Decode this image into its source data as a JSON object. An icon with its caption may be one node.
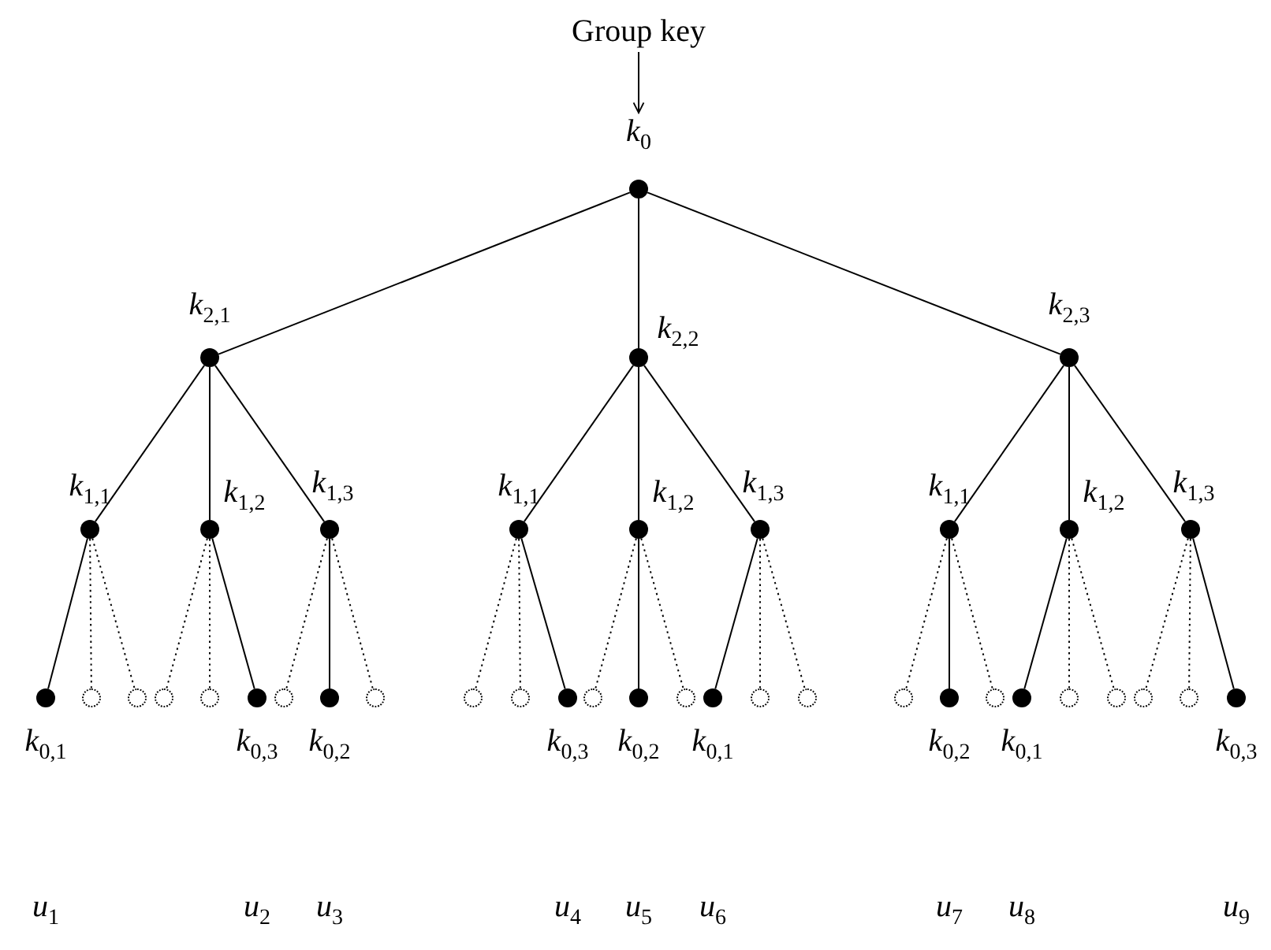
{
  "diagram": {
    "nodes": [
      {
        "text": [
          "Group key"
        ]
      },
      {
        "text": [
          "*k*$_{0}$"
        ]
      },
      {
        "text": [],
        "shape": "circle"
      },
      {
        "text": [],
        "shape": "circle",
        "beside": [
          "*k*$_{2,1}$"
        ]
      },
      {
        "text": [],
        "shape": "circle",
        "beside": [
          "*k*$_{2,2}$"
        ]
      },
      {
        "text": [],
        "shape": "circle",
        "beside": [
          "*k*$_{2,3}$"
        ]
      },
      {
        "text": [],
        "shape": "circle",
        "beside": [
          "*k*$_{1,1}$"
        ]
      },
      {
        "text": [],
        "shape": "circle",
        "beside": [
          "*k*$_{1,2}$"
        ]
      },
      {
        "text": [],
        "shape": "circle",
        "beside": [
          "*k*$_{1,3}$"
        ]
      },
      {
        "text": [],
        "shape": "circle",
        "beside": [
          "*k*$_{1,1}$"
        ]
      },
      {
        "text": [],
        "shape": "circle",
        "beside": [
          "*k*$_{1,2}$"
        ]
      },
      {
        "text": [],
        "shape": "circle",
        "beside": [
          "*k*$_{1,3}$"
        ]
      },
      {
        "text": [],
        "shape": "circle",
        "beside": [
          "*k*$_{1,1}$"
        ]
      },
      {
        "text": [],
        "shape": "circle",
        "beside": [
          "*k*$_{1,2}$"
        ]
      },
      {
        "text": [],
        "shape": "circle",
        "beside": [
          "*k*$_{1,3}$"
        ]
      },
      {
        "text": [],
        "shape": "circle",
        "beside": [
          "*k*$_{0,1}$"
        ]
      },
      {
        "text": [],
        "shape": "circle"
      },
      {
        "text": [],
        "shape": "circle"
      },
      {
        "text": [],
        "shape": "circle"
      },
      {
        "text": [],
        "shape": "circle"
      },
      {
        "text": [],
        "shape": "circle",
        "beside": [
          "*k*$_{0,3}$"
        ]
      },
      {
        "text": [],
        "shape": "circle"
      },
      {
        "text": [],
        "shape": "circle",
        "beside": [
          "*k*$_{0,2}$"
        ]
      },
      {
        "text": [],
        "shape": "circle"
      },
      {
        "text": [],
        "shape": "circle"
      },
      {
        "text": [],
        "shape": "circle"
      },
      {
        "text": [],
        "shape": "circle",
        "beside": [
          "*k*$_{0,3}$"
        ]
      },
      {
        "text": [],
        "shape": "circle"
      },
      {
        "text": [],
        "shape": "circle",
        "beside": [
          "*k*$_{0,2}$"
        ]
      },
      {
        "text": [],
        "shape": "circle"
      },
      {
        "text": [],
        "shape": "circle",
        "beside": [
          "*k*$_{0,1}$"
        ]
      },
      {
        "text": [],
        "shape": "circle"
      },
      {
        "text": [],
        "shape": "circle"
      },
      {
        "text": [],
        "shape": "circle"
      },
      {
        "text": [],
        "shape": "circle",
        "beside": [
          "*k*$_{0,2}$"
        ]
      },
      {
        "text": [],
        "shape": "circle"
      },
      {
        "text": [],
        "shape": "circle",
        "beside": [
          "*k*$_{0,1}$"
        ]
      },
      {
        "text": [],
        "shape": "circle"
      },
      {
        "text": [],
        "shape": "circle"
      },
      {
        "text": [],
        "shape": "circle"
      },
      {
        "text": [],
        "shape": "circle"
      },
      {
        "text": [],
        "shape": "circle",
        "beside": [
          "*k*$_{0,3}$"
        ]
      }
    ],
    "edges": [
      {
        "from": 0,
        "to": 1,
        "arrow": "to"
      },
      {
        "from": 2,
        "to": 3,
        "arrow": "none"
      },
      {
        "from": 2,
        "to": 4,
        "arrow": "none"
      },
      {
        "from": 2,
        "to": 5,
        "arrow": "none"
      },
      {
        "from": 3,
        "to": 6,
        "arrow": "none"
      },
      {
        "from": 3,
        "to": 7,
        "arrow": "none"
      },
      {
        "from": 3,
        "to": 8,
        "arrow": "none"
      },
      {
        "from": 4,
        "to": 9,
        "arrow": "none"
      },
      {
        "from": 4,
        "to": 10,
        "arrow": "none"
      },
      {
        "from": 4,
        "to": 11,
        "arrow": "none"
      },
      {
        "from": 5,
        "to": 12,
        "arrow": "none"
      },
      {
        "from": 5,
        "to": 13,
        "arrow": "none"
      },
      {
        "from": 5,
        "to": 14,
        "arrow": "none"
      },
      {
        "from": 6,
        "to": 15,
        "arrow": "none"
      },
      {
        "from": 6,
        "to": 16,
        "arrow": "none",
        "style": "dashed"
      },
      {
        "from": 6,
        "to": 17,
        "arrow": "none",
        "style": "dashed"
      },
      {
        "from": 7,
        "to": 18,
        "arrow": "none",
        "style": "dashed"
      },
      {
        "from": 7,
        "to": 19,
        "arrow": "none",
        "style": "dashed"
      },
      {
        "from": 7,
        "to": 20,
        "arrow": "none"
      },
      {
        "from": 8,
        "to": 21,
        "arrow": "none",
        "style": "dashed"
      },
      {
        "from": 8,
        "to": 22,
        "arrow": "none"
      },
      {
        "from": 8,
        "to": 23,
        "arrow": "none",
        "style": "dashed"
      },
      {
        "from": 9,
        "to": 24,
        "arrow": "none",
        "style": "dashed"
      },
      {
        "from": 9,
        "to": 25,
        "arrow": "none",
        "style": "dashed"
      },
      {
        "from": 9,
        "to": 26,
        "arrow": "none"
      },
      {
        "from": 10,
        "to": 27,
        "arrow": "none",
        "style": "dashed"
      },
      {
        "from": 10,
        "to": 28,
        "arrow": "none"
      },
      {
        "from": 10,
        "to": 29,
        "arrow": "none",
        "style": "dashed"
      },
      {
        "from": 11,
        "to": 30,
        "arrow": "none"
      },
      {
        "from": 11,
        "to": 31,
        "arrow": "none",
        "style": "dashed"
      },
      {
        "from": 11,
        "to": 32,
        "arrow": "none",
        "style": "dashed"
      },
      {
        "from": 12,
        "to": 33,
        "arrow": "none",
        "style": "dashed"
      },
      {
        "from": 12,
        "to": 34,
        "arrow": "none"
      },
      {
        "from": 12,
        "to": 35,
        "arrow": "none",
        "style": "dashed"
      },
      {
        "from": 13,
        "to": 36,
        "arrow": "none"
      },
      {
        "from": 13,
        "to": 37,
        "arrow": "none",
        "style": "dashed"
      },
      {
        "from": 13,
        "to": 38,
        "arrow": "none",
        "style": "dashed"
      },
      {
        "from": 14,
        "to": 39,
        "arrow": "none",
        "style": "dashed"
      },
      {
        "from": 14,
        "to": 40,
        "arrow": "none",
        "style": "dashed"
      },
      {
        "from": 14,
        "to": 41,
        "arrow": "none"
      }
    ],
    "labels": [
      "*u*$_{1}$",
      "*u*$_{2}$",
      "*u*$_{3}$",
      "*u*$_{4}$",
      "*u*$_{5}$",
      "*u*$_{6}$",
      "*u*$_{7}$",
      "*u*$_{8}$",
      "*u*$_{9}$"
    ]
  }
}
